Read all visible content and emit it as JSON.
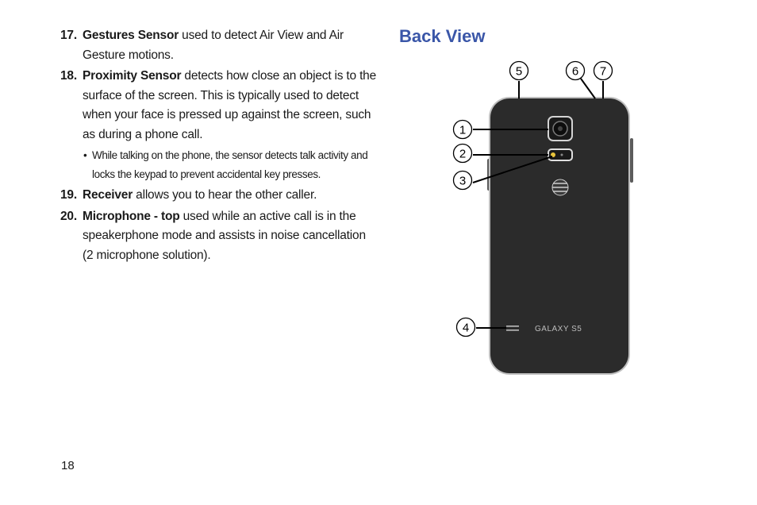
{
  "list": {
    "items": [
      {
        "num": "17.",
        "term": "Gestures Sensor",
        "text": " used to detect Air View and Air Gesture motions."
      },
      {
        "num": "18.",
        "term": "Proximity Sensor",
        "text": " detects how close an object is to the surface of the screen. This is typically used to detect when your face is pressed up against the screen, such as during a phone call."
      },
      {
        "num": "19.",
        "term": "Receiver",
        "text": " allows you to hear the other caller."
      },
      {
        "num": "20.",
        "term": "Microphone - top",
        "text": " used while an active call is in the speakerphone mode and assists in noise cancellation (2 microphone solution)."
      }
    ],
    "bullet": {
      "mark": "•",
      "text": "While talking on the phone, the sensor detects talk activity and locks the keypad to prevent accidental key presses."
    }
  },
  "section_title": "Back View",
  "figure": {
    "callouts": [
      "1",
      "2",
      "3",
      "4",
      "5",
      "6",
      "7"
    ],
    "brand_text": "GALAXY S5",
    "phone_color": "#2b2b2b",
    "accent_color": "#3a56a8"
  },
  "page_number": "18"
}
